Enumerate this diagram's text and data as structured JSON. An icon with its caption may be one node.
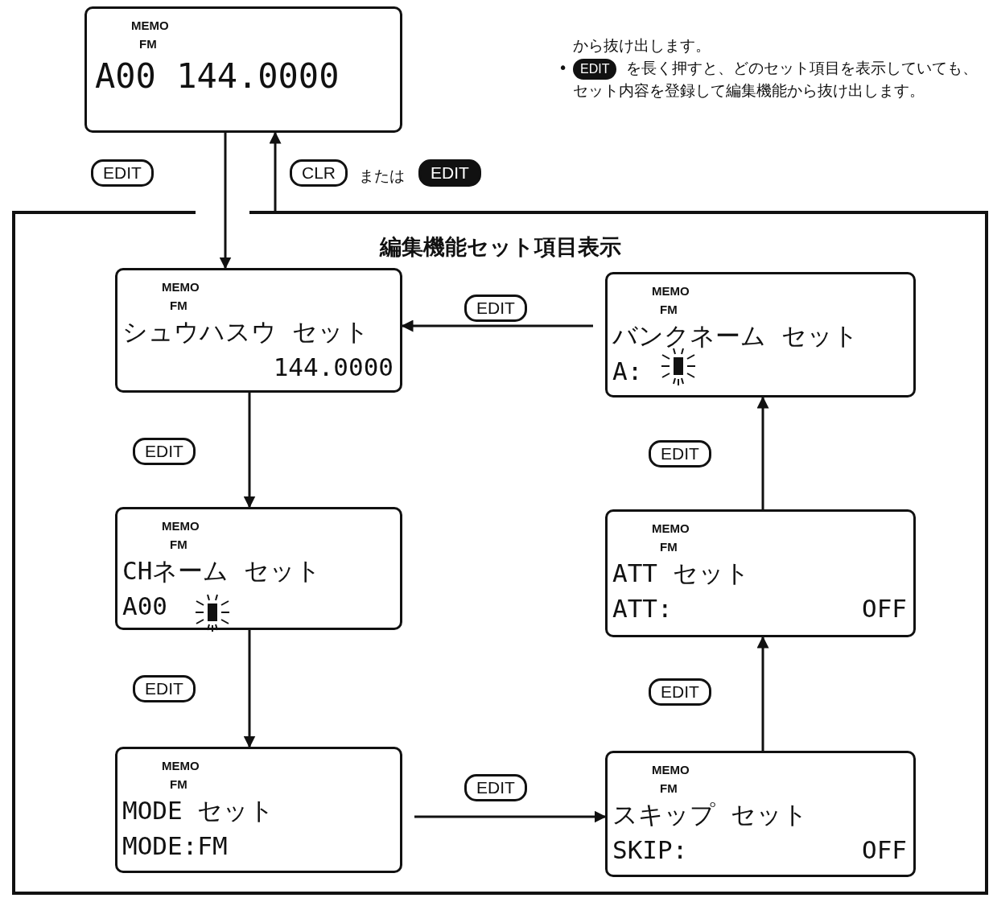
{
  "diagram": {
    "title": "編集機能セット項目表示",
    "nodes": [
      {
        "text": [
          "MEMO",
          "FM",
          "A00 144.0000"
        ]
      },
      {
        "text": [],
        "shape": "box"
      },
      {
        "text": [
          "MEMO",
          "FM",
          "シュウハスウ セット",
          "144.0000"
        ],
        "in": 1
      },
      {
        "text": [
          "MEMO",
          "FM",
          "CHネーム セット",
          "A00"
        ],
        "in": 1
      },
      {
        "text": [
          "MEMO",
          "FM",
          "MODE セット",
          "MODE:FM"
        ],
        "in": 1
      },
      {
        "text": [
          "MEMO",
          "FM",
          "スキップ セット",
          "SKIP:",
          "OFF"
        ],
        "in": 1
      },
      {
        "text": [
          "MEMO",
          "FM",
          "ATT セット",
          "ATT:",
          "OFF"
        ],
        "in": 1
      },
      {
        "text": [
          "MEMO",
          "FM",
          "バンクネーム セット",
          "A:"
        ],
        "in": 1
      }
    ],
    "edges": [
      {
        "from": 0,
        "to": 2,
        "arrow": "to",
        "label": "EDIT"
      },
      {
        "from": 1,
        "to": 0,
        "arrow": "to",
        "label": "CLR"
      },
      {
        "from": 2,
        "to": 3,
        "arrow": "to",
        "label": "EDIT"
      },
      {
        "from": 3,
        "to": 4,
        "arrow": "to",
        "label": "EDIT"
      },
      {
        "from": 4,
        "to": 5,
        "arrow": "to",
        "label": "EDIT"
      },
      {
        "from": 5,
        "to": 6,
        "arrow": "to",
        "label": "EDIT"
      },
      {
        "from": 6,
        "to": 7,
        "arrow": "to",
        "label": "EDIT"
      },
      {
        "from": 7,
        "to": 2,
        "arrow": "to",
        "label": "EDIT"
      }
    ],
    "labels": [
      "から抜け出します。",
      "•",
      "EDIT",
      "を長く押すと、どのセット項目を表示していても、セット内容を登録して編集機能から抜け出します。",
      "または",
      "EDIT"
    ]
  }
}
